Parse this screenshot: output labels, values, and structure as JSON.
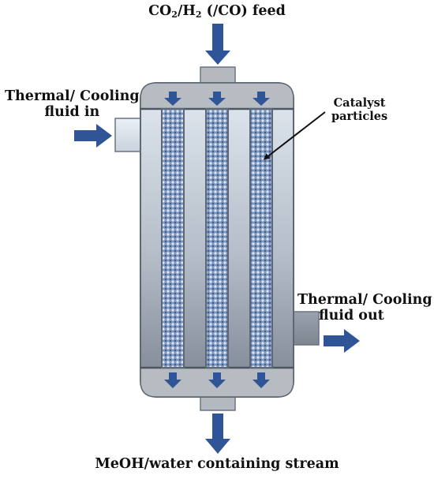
{
  "labels": {
    "feed": {
      "co": "CO",
      "two_a": "2",
      "slash_h": "/H",
      "two_b": "2",
      "rest": " (/CO) feed"
    },
    "fluid_in": {
      "line1": "Thermal/ Cooling",
      "line2": "fluid in"
    },
    "catalyst": {
      "line1": "Catalyst",
      "line2": "particles"
    },
    "fluid_out": {
      "line1": "Thermal/ Cooling",
      "line2": "fluid out"
    },
    "product": "MeOH/water containing stream"
  },
  "colors": {
    "arrow": "#2f5597",
    "shell_light": "#d7e0ea",
    "shell_dark": "#7b8592",
    "header": "#b4b9bf",
    "tube_fill": "#7f96bd",
    "tube_wall": "#5b6677"
  }
}
